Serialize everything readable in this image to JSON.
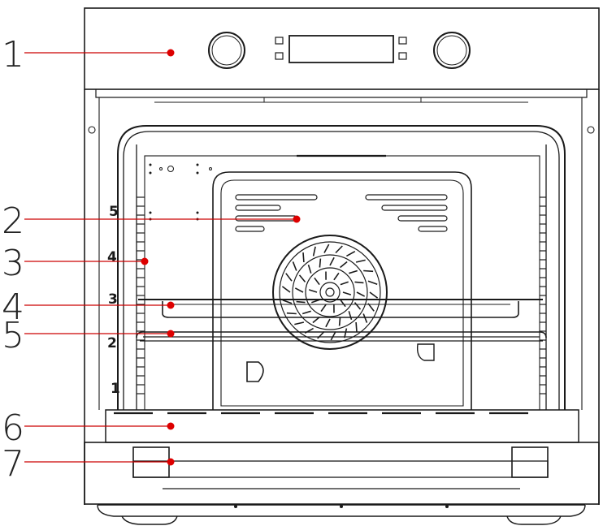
{
  "callouts": [
    {
      "label": "1"
    },
    {
      "label": "2"
    },
    {
      "label": "3"
    },
    {
      "label": "4"
    },
    {
      "label": "5"
    },
    {
      "label": "6"
    },
    {
      "label": "7"
    }
  ],
  "shelf_levels": [
    {
      "label": "5"
    },
    {
      "label": "4"
    },
    {
      "label": "3"
    },
    {
      "label": "2"
    },
    {
      "label": "1"
    }
  ],
  "colors": {
    "line": "#1a1a1a",
    "leader": "#cc0000",
    "dot": "#dd0000"
  }
}
